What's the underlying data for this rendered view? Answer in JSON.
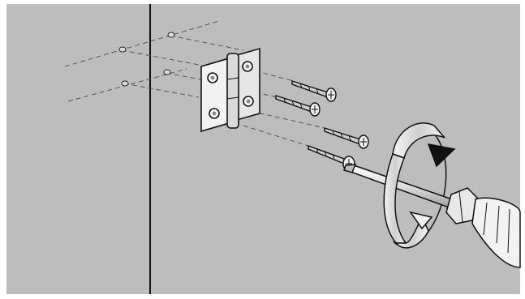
{
  "diagram": {
    "kind": "hinge-installation-illustration",
    "screw_count": 4,
    "rotation_direction": "clockwise",
    "colors": {
      "panel": "#bdbdbd",
      "frame": "#ffffff",
      "ink": "#111111",
      "hinge": "#f2f2f2",
      "guide": "#555555"
    },
    "icons": [
      "hinge-icon",
      "screw-icon",
      "screwdriver-icon",
      "rotation-arrow-icon"
    ]
  }
}
